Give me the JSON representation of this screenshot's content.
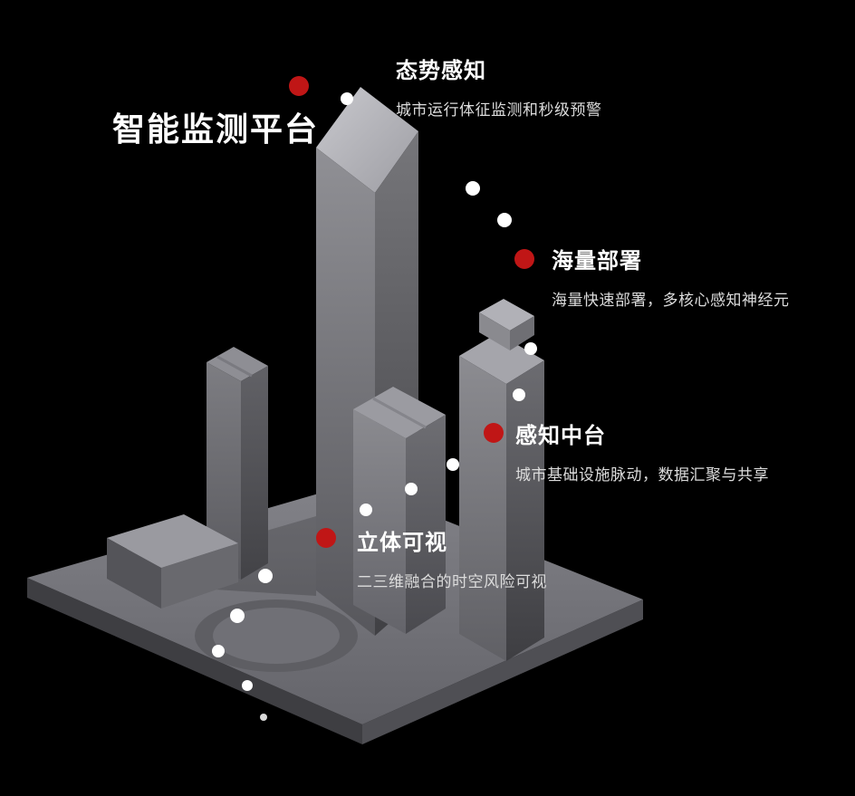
{
  "title": {
    "text": "智能监测平台"
  },
  "features": [
    {
      "title": "态势感知",
      "desc": "城市运行体征监测和秒级预警"
    },
    {
      "title": "海量部署",
      "desc": "海量快速部署，多核心感知神经元"
    },
    {
      "title": "感知中台",
      "desc": "城市基础设施脉动，数据汇聚与共享"
    },
    {
      "title": "立体可视",
      "desc": "二三维融合的时空风险可视"
    }
  ],
  "colors": {
    "background": "#000000",
    "accent_red": "#c01616",
    "dot_white": "#ffffff",
    "text_primary": "#ffffff",
    "text_secondary": "#dcdcdc"
  }
}
